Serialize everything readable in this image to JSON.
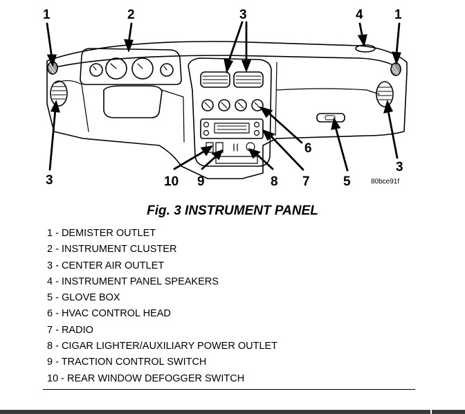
{
  "callouts": {
    "demister_left": "1",
    "cluster": "2",
    "center_air": "3",
    "speakers": "4",
    "demister_right": "1",
    "side_vent_left": "3",
    "side_vent_right": "3",
    "defogger": "10",
    "traction": "9",
    "lighter": "8",
    "radio": "7",
    "hvac": "6",
    "glovebox": "5"
  },
  "figure_code": "80bce91f",
  "figure_title": "Fig. 3 INSTRUMENT PANEL",
  "legend": [
    "1 - DEMISTER OUTLET",
    "2 - INSTRUMENT CLUSTER",
    "3 - CENTER AIR OUTLET",
    "4 - INSTRUMENT PANEL SPEAKERS",
    "5 - GLOVE BOX",
    "6 - HVAC CONTROL HEAD",
    "7 - RADIO",
    "8 - CIGAR LIGHTER/AUXILIARY POWER OUTLET",
    "9 - TRACTION CONTROL SWITCH",
    "10 - REAR WINDOW DEFOGGER SWITCH"
  ]
}
